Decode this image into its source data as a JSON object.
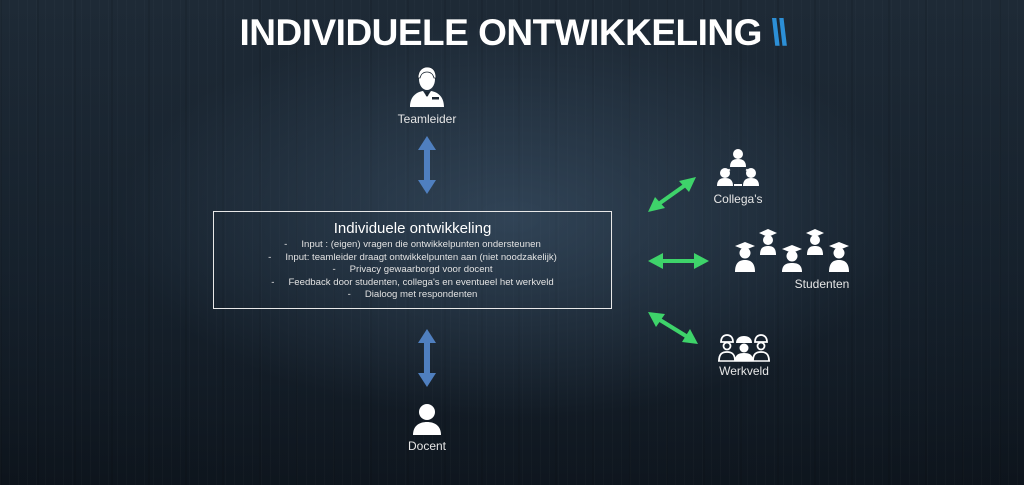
{
  "title": "INDIVIDUELE ONTWIKKELING",
  "title_accent": "\\\\",
  "center": {
    "heading": "Individuele ontwikkeling",
    "items": [
      "Input : (eigen) vragen die ontwikkelpunten ondersteunen",
      "Input: teamleider draagt ontwikkelpunten aan (niet noodzakelijk)",
      "Privacy gewaarborgd voor docent",
      "Feedback door studenten, collega's en eventueel het werkveld",
      "Dialoog met respondenten"
    ],
    "bullet": "-"
  },
  "nodes": {
    "teamleider": {
      "label": "Teamleider",
      "icon": "manager-icon"
    },
    "docent": {
      "label": "Docent",
      "icon": "person-icon"
    },
    "collegas": {
      "label": "Collega's",
      "icon": "team-icon"
    },
    "studenten": {
      "label": "Studenten",
      "icon": "graduates-icon"
    },
    "werkveld": {
      "label": "Werkveld",
      "icon": "workers-icon"
    }
  },
  "colors": {
    "vertical_arrow": "#4f7fbf",
    "side_arrow": "#3ed36a",
    "accent": "#2c8fd6"
  }
}
